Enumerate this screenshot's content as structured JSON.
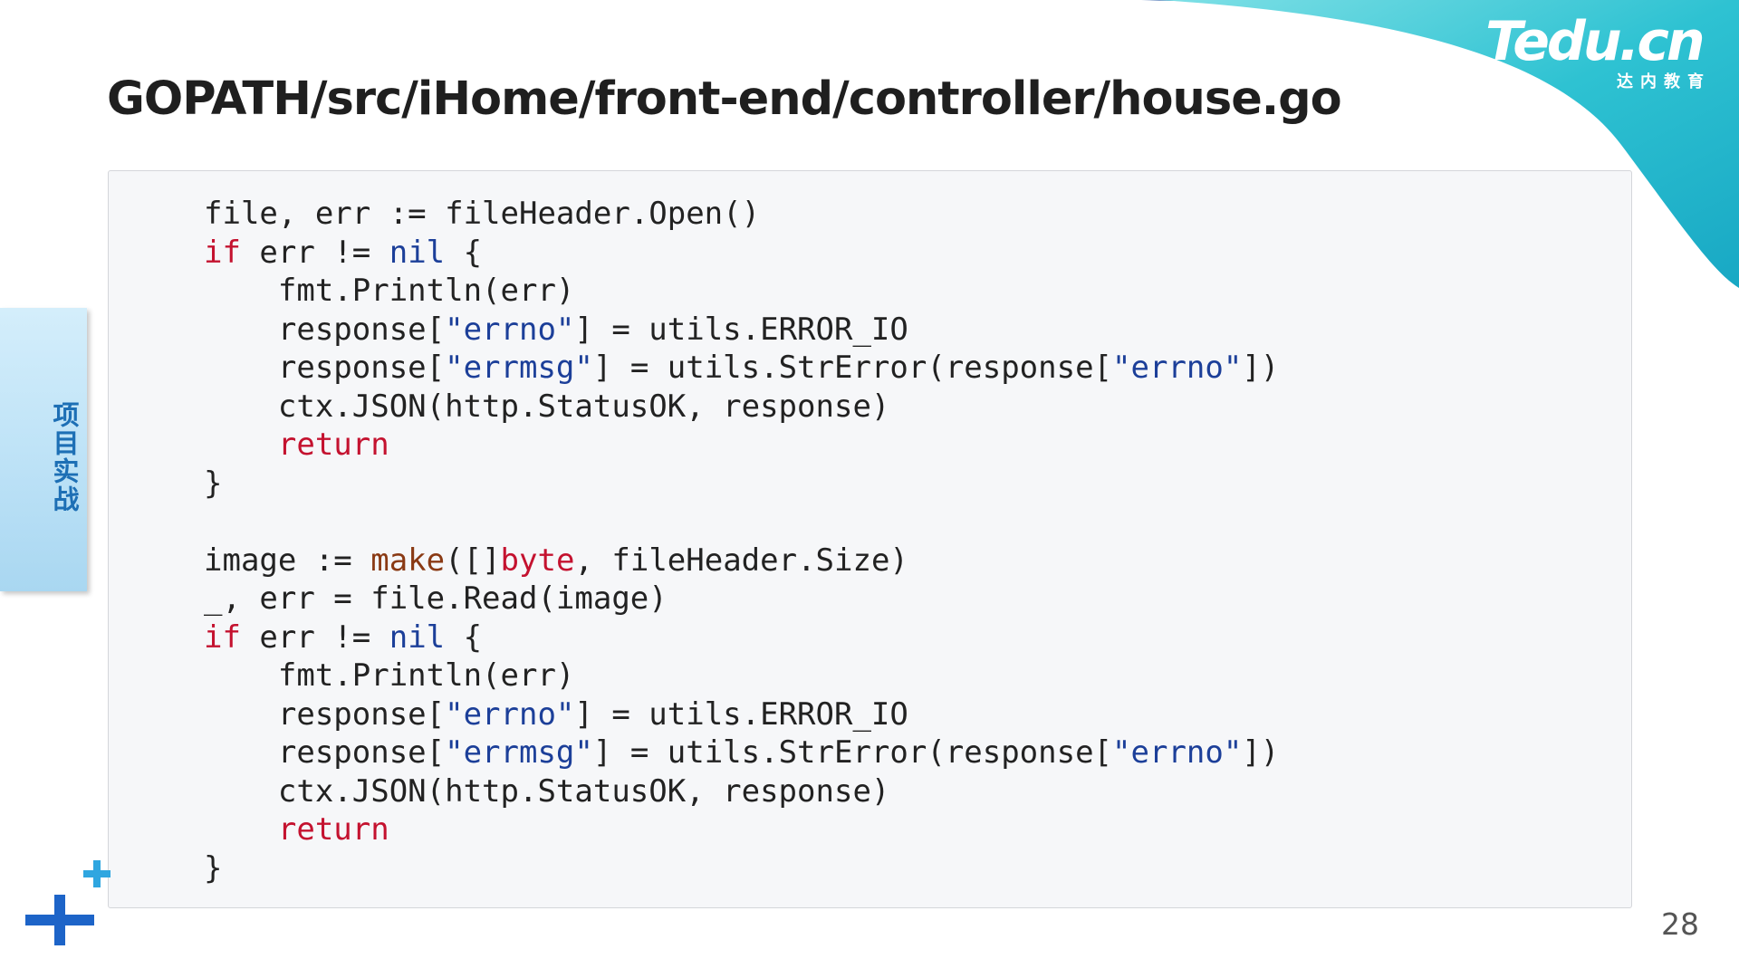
{
  "brand": {
    "logo_main": "Tedu.cn",
    "logo_sub": "达内教育"
  },
  "slide": {
    "title": "GOPATH/src/iHome/front-end/controller/house.go",
    "section_tab": "项目实战",
    "page_number": "28"
  },
  "code": {
    "language": "go",
    "lines": [
      [
        {
          "t": "file, err := fileHeader.Open()",
          "c": "plain"
        }
      ],
      [
        {
          "t": "if",
          "c": "kw"
        },
        {
          "t": " err != ",
          "c": "plain"
        },
        {
          "t": "nil",
          "c": "lit"
        },
        {
          "t": " {",
          "c": "plain"
        }
      ],
      [
        {
          "t": "    fmt.Println(err)",
          "c": "plain"
        }
      ],
      [
        {
          "t": "    response[",
          "c": "plain"
        },
        {
          "t": "\"errno\"",
          "c": "str"
        },
        {
          "t": "] = utils.ERROR_IO",
          "c": "plain"
        }
      ],
      [
        {
          "t": "    response[",
          "c": "plain"
        },
        {
          "t": "\"errmsg\"",
          "c": "str"
        },
        {
          "t": "] = utils.StrError(response[",
          "c": "plain"
        },
        {
          "t": "\"errno\"",
          "c": "str"
        },
        {
          "t": "])",
          "c": "plain"
        }
      ],
      [
        {
          "t": "    ctx.JSON(http.StatusOK, response)",
          "c": "plain"
        }
      ],
      [
        {
          "t": "    ",
          "c": "plain"
        },
        {
          "t": "return",
          "c": "ctl"
        }
      ],
      [
        {
          "t": "}",
          "c": "plain"
        }
      ],
      [
        {
          "t": "",
          "c": "plain"
        }
      ],
      [
        {
          "t": "image := ",
          "c": "plain"
        },
        {
          "t": "make",
          "c": "fn"
        },
        {
          "t": "([]",
          "c": "plain"
        },
        {
          "t": "byte",
          "c": "kw"
        },
        {
          "t": ", fileHeader.Size)",
          "c": "plain"
        }
      ],
      [
        {
          "t": "_, err = file.Read(image)",
          "c": "plain"
        }
      ],
      [
        {
          "t": "if",
          "c": "kw"
        },
        {
          "t": " err != ",
          "c": "plain"
        },
        {
          "t": "nil",
          "c": "lit"
        },
        {
          "t": " {",
          "c": "plain"
        }
      ],
      [
        {
          "t": "    fmt.Println(err)",
          "c": "plain"
        }
      ],
      [
        {
          "t": "    response[",
          "c": "plain"
        },
        {
          "t": "\"errno\"",
          "c": "str"
        },
        {
          "t": "] = utils.ERROR_IO",
          "c": "plain"
        }
      ],
      [
        {
          "t": "    response[",
          "c": "plain"
        },
        {
          "t": "\"errmsg\"",
          "c": "str"
        },
        {
          "t": "] = utils.StrError(response[",
          "c": "plain"
        },
        {
          "t": "\"errno\"",
          "c": "str"
        },
        {
          "t": "])",
          "c": "plain"
        }
      ],
      [
        {
          "t": "    ctx.JSON(http.StatusOK, response)",
          "c": "plain"
        }
      ],
      [
        {
          "t": "    ",
          "c": "plain"
        },
        {
          "t": "return",
          "c": "ctl"
        }
      ],
      [
        {
          "t": "}",
          "c": "plain"
        }
      ]
    ]
  },
  "colors": {
    "keyword": "#c4122f",
    "literal": "#1c3f99",
    "string": "#1c3f99",
    "builtin_fn": "#8a3a14",
    "text": "#222222",
    "brand_teal": "#2fbfcf",
    "brand_blue": "#1b4fa0",
    "tab_text": "#1d6fb5",
    "plus_blue": "#1d64c8"
  }
}
